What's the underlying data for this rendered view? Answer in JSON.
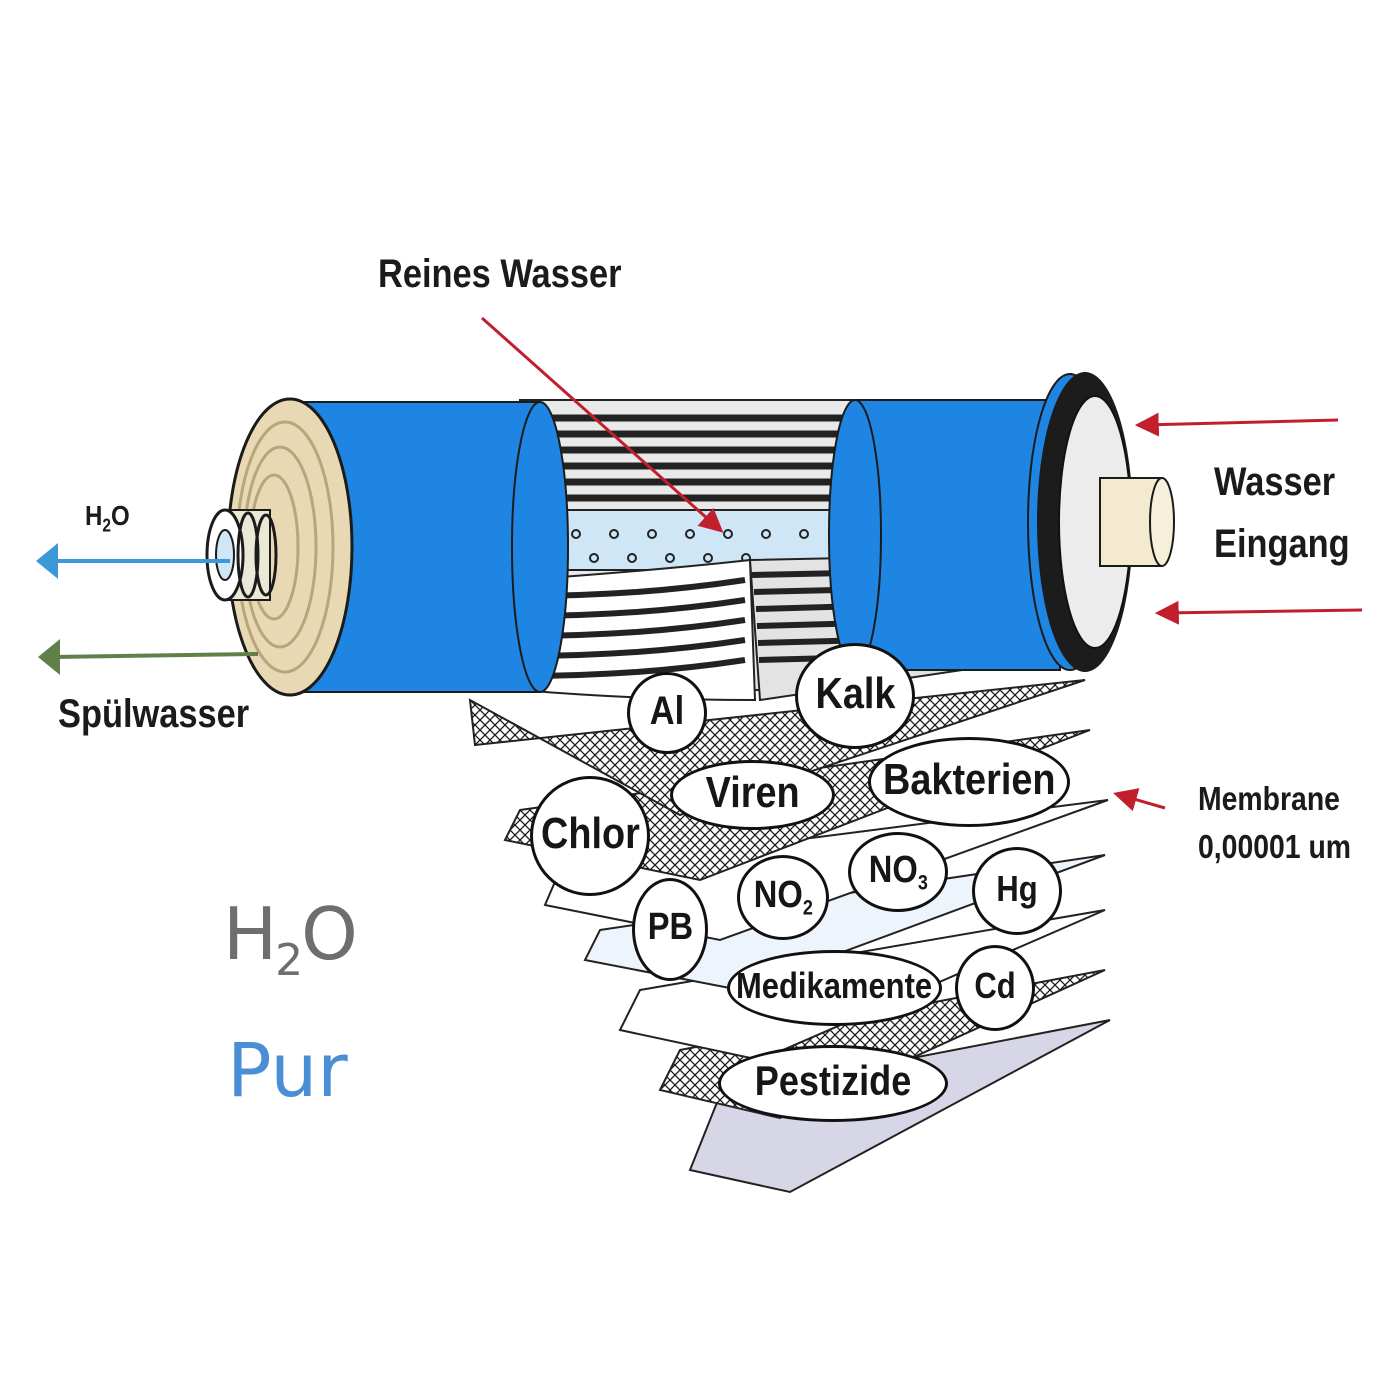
{
  "labels": {
    "pure_water": "Reines Wasser",
    "h2o_main": "H",
    "h2o_sub": "2",
    "h2o_tail": "O",
    "rinse_water": "Spülwasser",
    "inlet_line1": "Wasser",
    "inlet_line2": "Eingang",
    "membrane_line1": "Membrane",
    "membrane_line2": "0,00001 um"
  },
  "contaminants": [
    {
      "label": "Al",
      "sub": ""
    },
    {
      "label": "Kalk",
      "sub": ""
    },
    {
      "label": "Viren",
      "sub": ""
    },
    {
      "label": "Bakterien",
      "sub": ""
    },
    {
      "label": "Chlor",
      "sub": ""
    },
    {
      "label": "NO",
      "sub": "3"
    },
    {
      "label": "NO",
      "sub": "2"
    },
    {
      "label": "Hg",
      "sub": ""
    },
    {
      "label": "PB",
      "sub": ""
    },
    {
      "label": "Medikamente",
      "sub": ""
    },
    {
      "label": "Cd",
      "sub": ""
    },
    {
      "label": "Pestizide",
      "sub": ""
    }
  ],
  "logo": {
    "h2o_main": "H",
    "h2o_sub": "2",
    "h2o_tail": "O",
    "pur": "Pur"
  },
  "colors": {
    "membrane_blue": "#1e86e2",
    "arrow_red": "#c21f2c",
    "arrow_blue": "#3d98d8",
    "arrow_green": "#5f8048",
    "logo_blue": "#4a8fd6",
    "logo_gray": "#6d6e70"
  }
}
